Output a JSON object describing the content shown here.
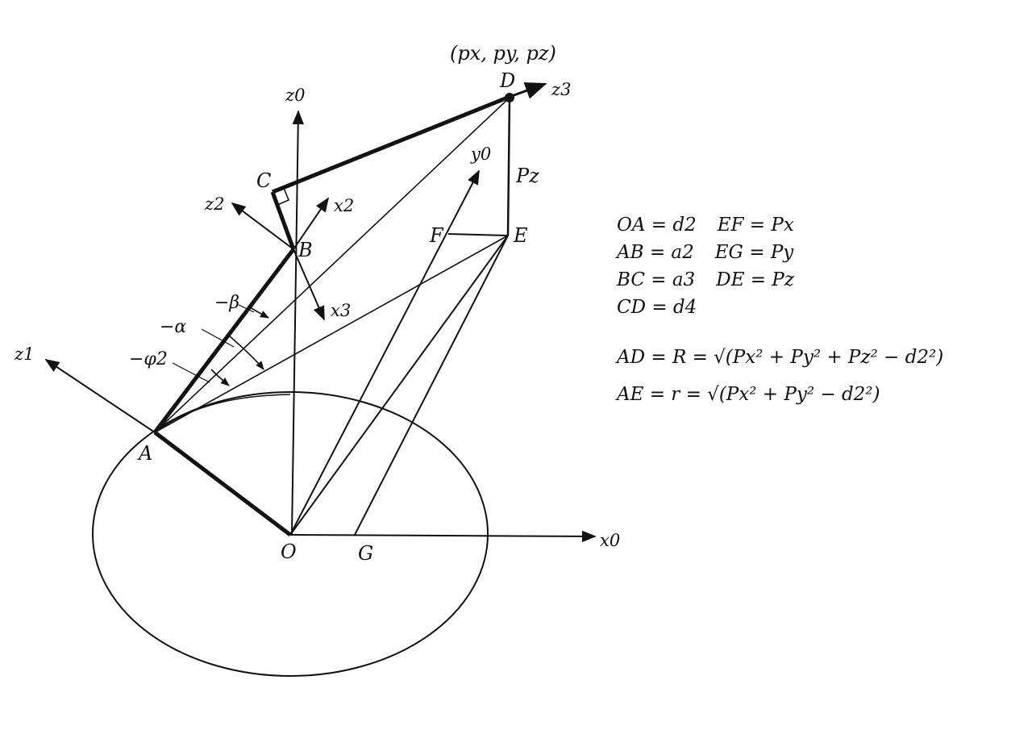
{
  "diagram": {
    "point_labels": {
      "O": "O",
      "A": "A",
      "B": "B",
      "C": "C",
      "D": "D",
      "E": "E",
      "F": "F",
      "G": "G"
    },
    "target_label": "(px, py, pz)",
    "axis_labels": {
      "x0": "x0",
      "y0": "y0",
      "z0": "z0",
      "z1": "z1",
      "z2": "z2",
      "x2": "x2",
      "x3": "x3",
      "z3": "z3"
    },
    "segment_label_pz": "Pz",
    "angle_labels": {
      "beta": "−β",
      "alpha": "−α",
      "phi2": "−φ2"
    }
  },
  "equations": {
    "row1": [
      "OA = d2",
      "EF = Px"
    ],
    "row2": [
      "AB = a2",
      "EG = Py"
    ],
    "row3": [
      "BC = a3",
      "DE = Pz"
    ],
    "row4": [
      "CD = d4"
    ],
    "AD": "AD = R = √(Px² + Py² + Pz² − d2²)",
    "AE": "AE = r = √(Px² + Py² − d2²)"
  },
  "colors": {
    "ink": "#111111",
    "paper": "#ffffff"
  }
}
